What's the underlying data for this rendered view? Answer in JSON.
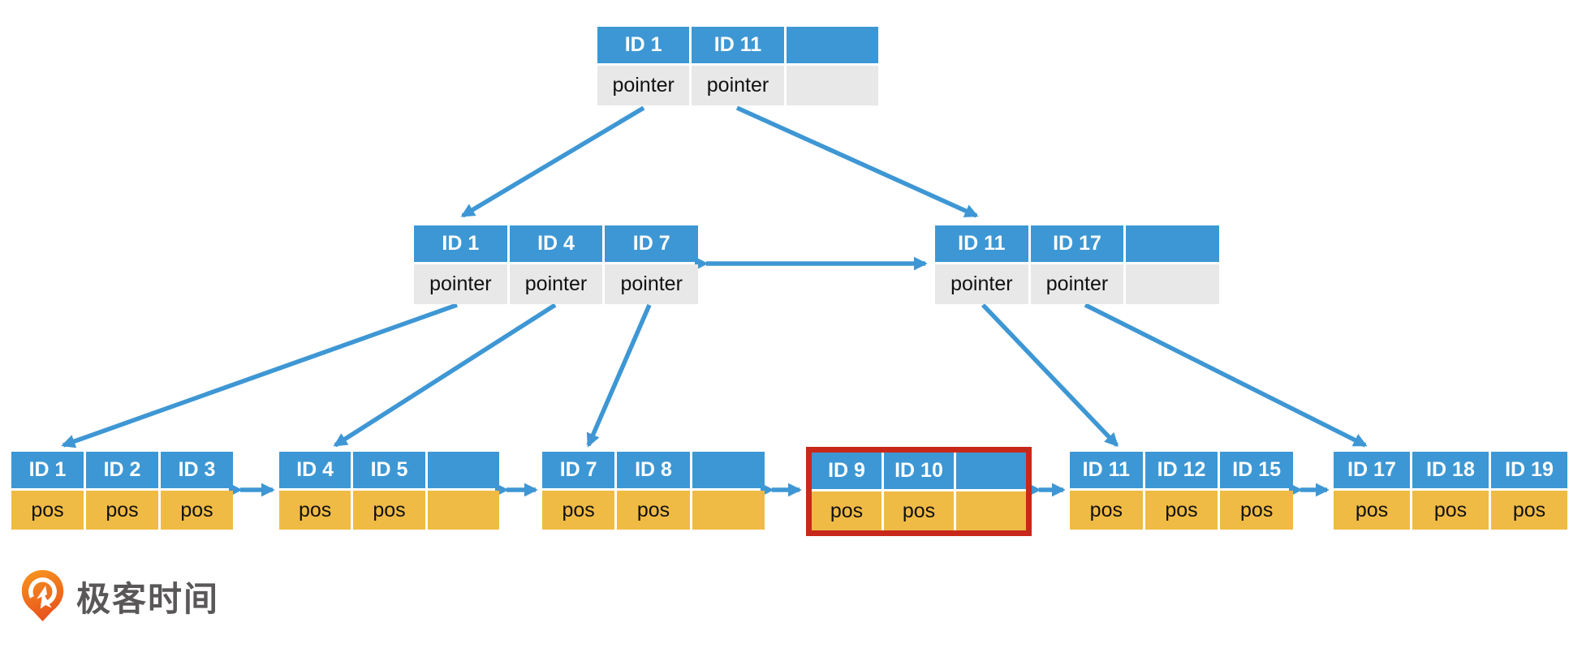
{
  "diagram": {
    "type": "b-plus-tree-index",
    "description": "InnoDB index page split illustration"
  },
  "colors": {
    "key_cell_blue": "#3D97D4",
    "pointer_cell_grey": "#E9E8E8",
    "pos_cell_yellow": "#F0BB45",
    "arrow_blue": "#3E97D4",
    "highlight_red": "#C8281A",
    "logo_orange": "#F2711C",
    "logo_text_grey": "#595757"
  },
  "tree": {
    "root": {
      "keys": [
        "ID 1",
        "ID 11",
        ""
      ],
      "values": [
        "pointer",
        "pointer",
        ""
      ]
    },
    "internal_left": {
      "keys": [
        "ID 1",
        "ID 4",
        "ID 7"
      ],
      "values": [
        "pointer",
        "pointer",
        "pointer"
      ]
    },
    "internal_right": {
      "keys": [
        "ID 11",
        "ID 17",
        ""
      ],
      "values": [
        "pointer",
        "pointer",
        ""
      ]
    },
    "leaves": [
      {
        "keys": [
          "ID 1",
          "ID 2",
          "ID 3"
        ],
        "values": [
          "pos",
          "pos",
          "pos"
        ],
        "highlighted": false
      },
      {
        "keys": [
          "ID 4",
          "ID 5",
          ""
        ],
        "values": [
          "pos",
          "pos",
          ""
        ],
        "highlighted": false
      },
      {
        "keys": [
          "ID 7",
          "ID 8",
          ""
        ],
        "values": [
          "pos",
          "pos",
          ""
        ],
        "highlighted": false
      },
      {
        "keys": [
          "ID 9",
          "ID 10",
          ""
        ],
        "values": [
          "pos",
          "pos",
          ""
        ],
        "highlighted": true
      },
      {
        "keys": [
          "ID 11",
          "ID 12",
          "ID 15"
        ],
        "values": [
          "pos",
          "pos",
          "pos"
        ],
        "highlighted": false
      },
      {
        "keys": [
          "ID 17",
          "ID 18",
          "ID 19"
        ],
        "values": [
          "pos",
          "pos",
          "pos"
        ],
        "highlighted": false
      }
    ]
  },
  "logo": {
    "text": "极客时间"
  }
}
